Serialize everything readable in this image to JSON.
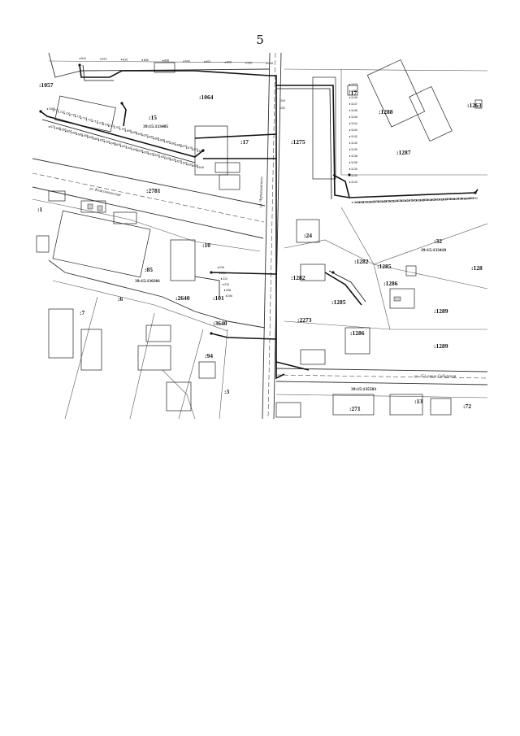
{
  "page_number": "5",
  "parcels": [
    ":1057",
    ":15",
    ":1064",
    ":17",
    ":1275",
    ":17",
    ":1288",
    ":1263",
    ":1287",
    ":2781",
    ":1",
    ":10",
    ":85",
    ":2640",
    ":101",
    ":3640",
    ":6",
    ":7",
    ":94",
    ":3",
    ":1282",
    ":1282",
    ":1285",
    ":1286",
    ":1285",
    ":2273",
    ":1286",
    ":1289",
    ":1289",
    ":32",
    ":24",
    ":271",
    ":13",
    ":72",
    ":128"
  ],
  "quarters": [
    "39:15:133405",
    "39:15:136301",
    "39:15:133418",
    "39:15:135503"
  ],
  "streets": [
    "ул. Комсомольская",
    "ул. Черняховского",
    "ул. 151 улица Сибирская"
  ],
  "points": [
    "1079",
    "1080",
    "1148",
    "1147",
    "1146",
    "1145",
    "1144",
    "1143",
    "1142",
    "1140",
    "1139",
    "1138",
    "1136",
    "1135",
    "1134",
    "1133",
    "1132",
    "1131",
    "1127",
    "1123",
    "1122",
    "1121",
    "1119",
    "1118",
    "1116",
    "1115",
    "1114",
    "1113",
    "1112",
    "1111",
    "1110",
    "1109",
    "1107",
    "1106",
    "1105",
    "1104",
    "1103",
    "1102",
    "1101",
    "1100",
    "1099",
    "1098",
    "1097",
    "1096",
    "1095",
    "1094",
    "1093",
    "1092",
    "1060",
    "727",
    "722",
    "720",
    "718",
    "716",
    "714",
    "712",
    "710",
    "708",
    "706",
    "704",
    "702",
    "700",
    "698",
    "696",
    "694",
    "692",
    "690",
    "688",
    "686",
    "684",
    "682",
    "680",
    "678",
    "676",
    "674",
    "672",
    "670",
    "668",
    "666",
    "664",
    "662",
    "660",
    "658",
    "656",
    "654",
    "652",
    "650",
    "648",
    "646",
    "644",
    "642",
    "640",
    "638",
    "636",
    "634",
    "632",
    "630",
    "628",
    "626",
    "624",
    "622",
    "620",
    "618",
    "616",
    "614",
    "612",
    "610",
    "608",
    "606",
    "604",
    "602",
    "600",
    "220",
    "218",
    "216",
    "214",
    "212",
    "210",
    "208",
    "206",
    "204",
    "202"
  ]
}
